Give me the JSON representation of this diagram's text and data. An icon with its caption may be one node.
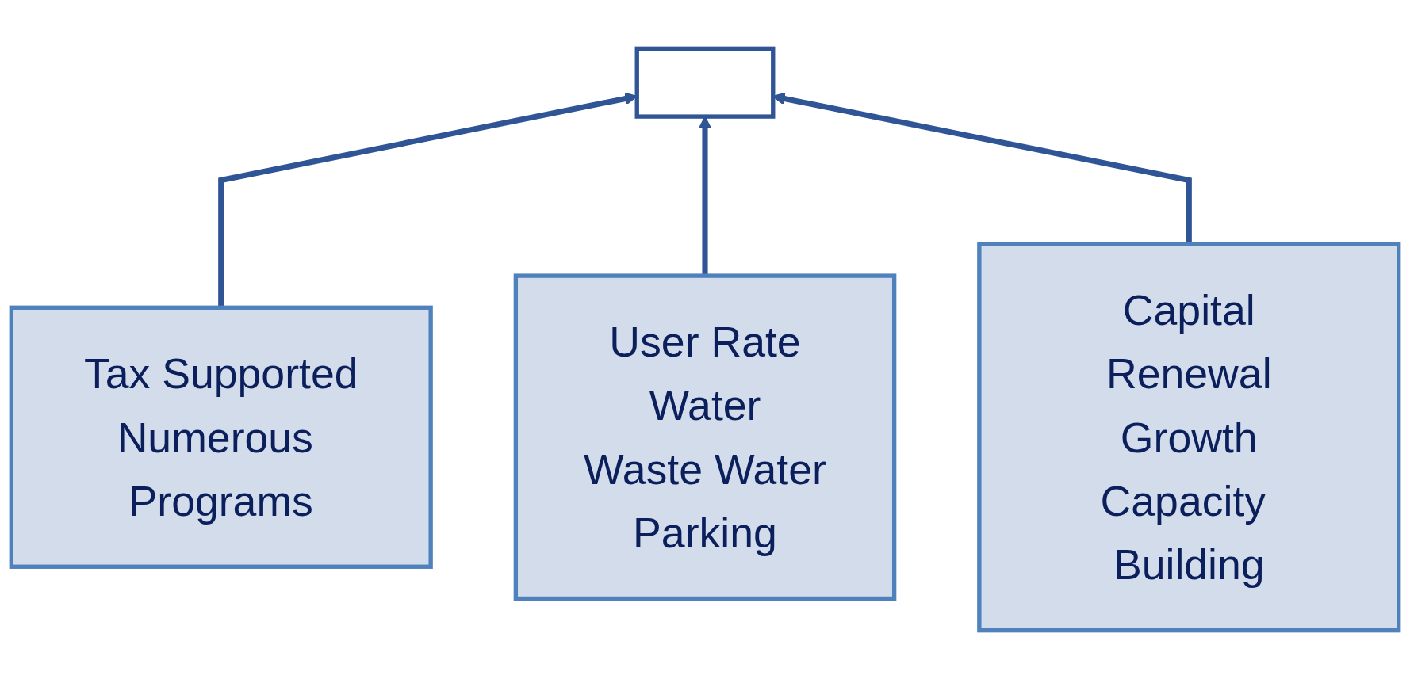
{
  "diagram": {
    "nodes": [
      {
        "text": [],
        "shape": "box"
      },
      {
        "text": [
          "Tax Supported",
          "Numerous Programs"
        ]
      },
      {
        "text": [
          "User Rate",
          "Water",
          "Waste Water",
          "Parking"
        ]
      },
      {
        "text": [
          "Capital",
          "Renewal",
          "Growth",
          "Capacity Building"
        ]
      }
    ],
    "edges": [
      {
        "from": 1,
        "to": 0,
        "arrow": "to"
      },
      {
        "from": 2,
        "to": 0,
        "arrow": "to"
      },
      {
        "from": 3,
        "to": 0,
        "arrow": "to"
      }
    ]
  }
}
